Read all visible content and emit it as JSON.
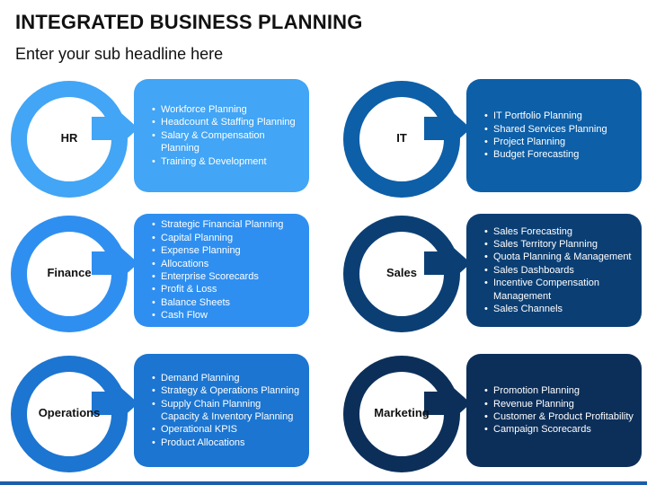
{
  "title": "INTEGRATED BUSINESS PLANNING",
  "subtitle": "Enter your sub headline here",
  "colors": {
    "hr": "#42a5f5",
    "finance": "#2f8ff0",
    "operations": "#1c75d0",
    "it": "#0d5fa8",
    "sales": "#0b3f74",
    "marketing": "#0c2f5a"
  },
  "blocks": {
    "hr": {
      "label": "HR",
      "items": [
        "Workforce Planning",
        "Headcount & Staffing Planning",
        "Salary & Compensation Planning",
        "Training & Development"
      ]
    },
    "finance": {
      "label": "Finance",
      "items": [
        "Strategic Financial Planning",
        "Capital Planning",
        "Expense Planning",
        " Allocations",
        " Enterprise Scorecards",
        "Profit & Loss",
        "Balance Sheets",
        "Cash Flow"
      ]
    },
    "operations": {
      "label": "Operations",
      "items": [
        "Demand Planning",
        "Strategy & Operations Planning",
        " Supply Chain Planning Capacity & Inventory Planning",
        "Operational KPIS",
        "Product Allocations"
      ]
    },
    "it": {
      "label": "IT",
      "items": [
        "IT Portfolio Planning",
        "Shared Services Planning",
        "Project Planning",
        "Budget Forecasting"
      ]
    },
    "sales": {
      "label": "Sales",
      "items": [
        "Sales Forecasting",
        "Sales Territory Planning",
        " Quota Planning & Management",
        "Sales Dashboards",
        " Incentive Compensation Management",
        "Sales Channels"
      ]
    },
    "marketing": {
      "label": "Marketing",
      "items": [
        "Promotion Planning",
        "Revenue Planning",
        "Customer & Product Profitability",
        "Campaign Scorecards"
      ]
    }
  }
}
